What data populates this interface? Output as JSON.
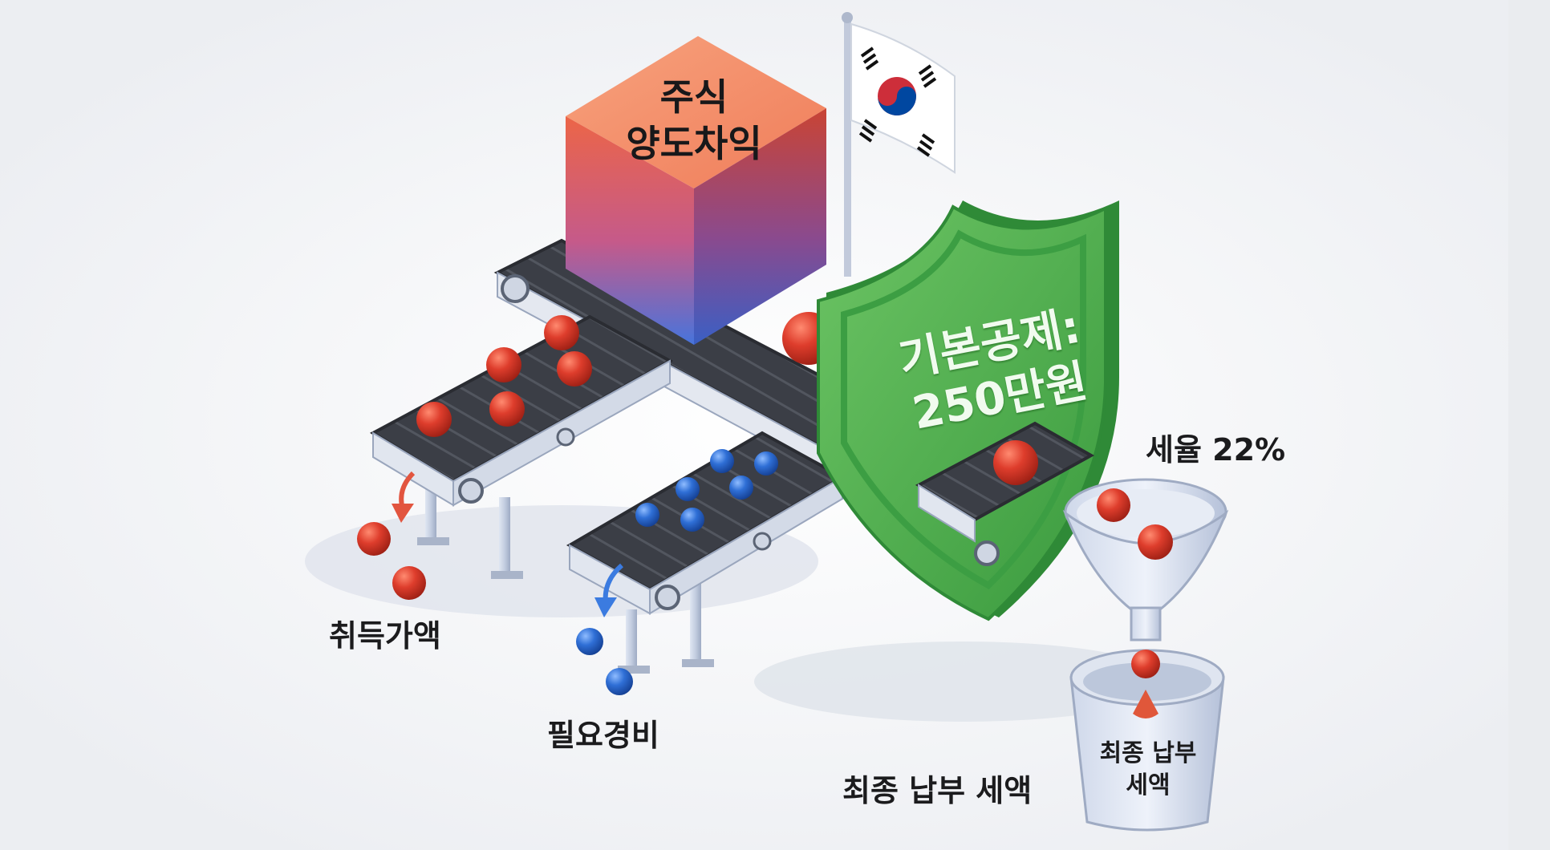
{
  "labels": {
    "cube": [
      "주식",
      "양도차익"
    ],
    "acquisition": "취득가액",
    "expenses": "필요경비",
    "deduction": [
      "기본공제:",
      "250만원"
    ],
    "tax_rate": "세율 22%",
    "final_tax": "최종 납부 세액",
    "bucket": [
      "최종 납부",
      "세액"
    ]
  },
  "colors": {
    "background": "#f2f3f6",
    "belt": "#3a3d44",
    "cube_top": "#e96a4c",
    "cube_bottom": "#4a74d6",
    "shield": "#4cae4f",
    "red_ball": "#d93b2c",
    "blue_ball": "#2f6fd6",
    "frame": "#b8c2d6"
  },
  "icons": [
    "korean-flag-icon",
    "shield-icon",
    "funnel-icon",
    "bucket-icon",
    "down-arrow-icon"
  ]
}
